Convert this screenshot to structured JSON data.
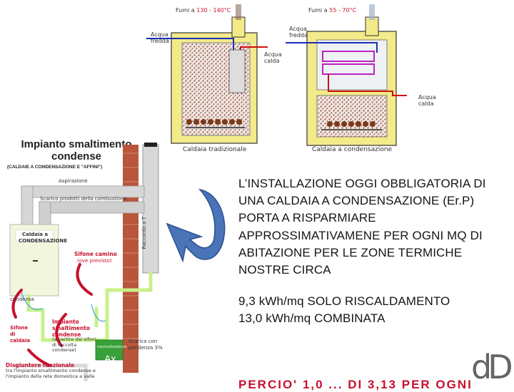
{
  "top_left_boiler": {
    "title": "Fumi a 130 - 140°C",
    "title_prefix": "Fumi a ",
    "title_value": "130 - 140°C",
    "water_cold": "Acqua fredda",
    "water_hot": "Acqua calda",
    "caption": "Caldaia tradizionale"
  },
  "top_right_boiler": {
    "title_prefix": "Fumi a ",
    "title_value": "55 - 70°C",
    "water_cold": "Acqua fredda",
    "water_hot": "Acqua calda",
    "caption": "Caldaia a condensazione"
  },
  "condense_plant": {
    "title": "Impianto smaltimento condense",
    "subtitle": "(CALDAIE A CONDENSAZIONE E \"AFFINI\")",
    "aspirazione": "Aspirazione",
    "scarico_fumi": "Scarico prodotti della combustione",
    "raccordo": "Raccordo a T",
    "boiler_label": "Caldaia a CONDENSAZIONE",
    "sifone_camino": "Sifone camino",
    "sifone_camino_note": "(ove previsto)",
    "condensa": "condensa",
    "sifone_caldaia": "Sifone di caldaia",
    "impianto_title": "Impianto smaltimento condense",
    "impianto_note": "(a partire dai sifoni di raccolta condense)",
    "scarico_pendenza": "Scarico con pendenza 3%",
    "neutralizzatore": "neutralizzatore",
    "ax": "Ax",
    "disgiuntore_title": "Disgiuntore funzionale",
    "disgiuntore_note": "tra l'impianto smaltimento condense e l'impianto della rete domestica a valle"
  },
  "main_text": {
    "paragraph1": "L’INSTALLAZIONE OGGI OBBLIGATORIA DI UNA CALDAIA A CONDENSAZIONE (Er.P) PORTA A RISPARMIARE APPROSSIMATIVAMENE PER OGNI MQ DI ABITAZIONE PER LE ZONE TERMICHE NOSTRE CIRCA",
    "line1": "9,3 kWh/mq SOLO RISCALDAMENTO",
    "line2": "13,0 kWh/mq COMBINATA",
    "cutoff": "PERCIO' 1,0 ... DI 3,13 PER OGNI"
  },
  "logo": {
    "text": "dD"
  },
  "colors": {
    "boiler_yellow": "#f3ea8a",
    "pipe_blue": "#1c2fb5",
    "pipe_red": "#d01010",
    "pipe_magenta": "#c020c0",
    "pipe_green": "#c8f08a",
    "arrow_blue": "#4a74b8",
    "brick": "#b8553a"
  }
}
